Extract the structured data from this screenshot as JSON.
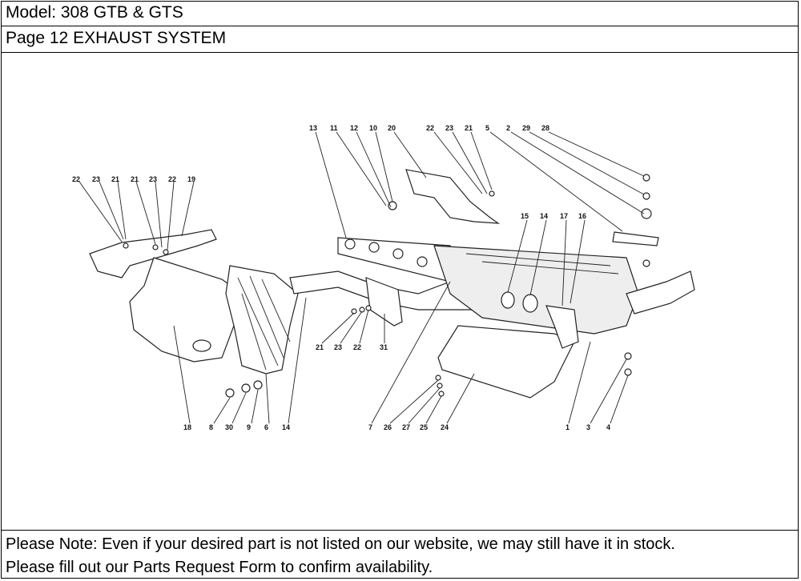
{
  "header": {
    "model": "Model: 308 GTB & GTS",
    "page": "Page 12  EXHAUST SYSTEM"
  },
  "callouts": [
    "22",
    "23",
    "21",
    "21",
    "23",
    "22",
    "19",
    "13",
    "11",
    "12",
    "10",
    "20",
    "22",
    "23",
    "21",
    "5",
    "2",
    "29",
    "28",
    "15",
    "14",
    "17",
    "16",
    "21",
    "23",
    "22",
    "31",
    "18",
    "8",
    "30",
    "9",
    "6",
    "14",
    "7",
    "26",
    "27",
    "25",
    "24",
    "1",
    "3",
    "4"
  ],
  "footer": {
    "line1": "Please Note: Even if your desired part is not listed on our website, we may still have it in stock.",
    "line2": "Please fill out our Parts Request Form to confirm availability."
  }
}
